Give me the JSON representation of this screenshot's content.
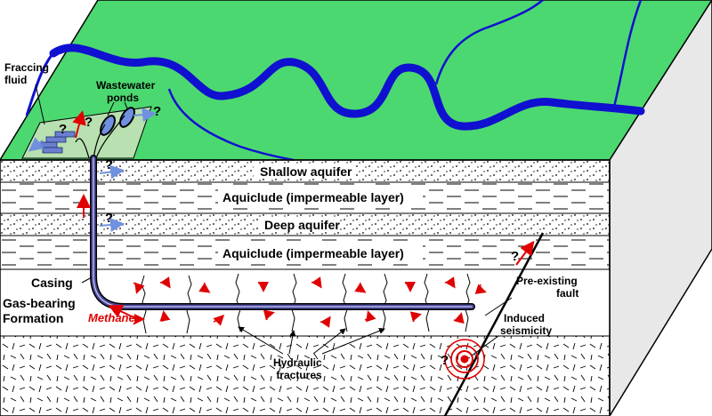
{
  "labels": {
    "fraccing_fluid": [
      "Fraccing",
      "fluid"
    ],
    "wastewater_ponds": [
      "Wastewater",
      "ponds"
    ],
    "shallow_aquifer": "Shallow aquifer",
    "aquiclude_1": "Aquiclude (impermeable layer)",
    "deep_aquifer": "Deep aquifer",
    "aquiclude_2": "Aquiclude (impermeable layer)",
    "casing": "Casing",
    "gas_bearing": [
      "Gas-bearing",
      "Formation"
    ],
    "methane": "Methane",
    "hydraulic_fractures": [
      "Hydraulic",
      "fractures"
    ],
    "pre_existing_fault": [
      "Pre-existing",
      "fault"
    ],
    "induced_seismicity": [
      "Induced",
      "seismicity"
    ],
    "question_mark": "?"
  },
  "colors": {
    "land": "#4cd870",
    "river": "#1010d0",
    "pad": "#b8e0b0",
    "methane_arrow": "#e00000",
    "flow_arrow": "#7090e0",
    "well": "#30307a",
    "side_face": "#e8e8e8"
  }
}
